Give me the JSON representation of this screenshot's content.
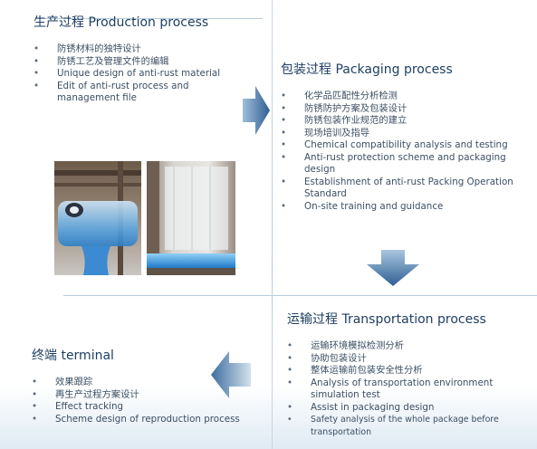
{
  "production": {
    "title": "生产过程 Production process",
    "items": [
      "防锈材料的独特设计",
      "防锈工艺及管理文件的编辑",
      "Unique design of anti-rust material",
      "Edit of anti-rust process and management file"
    ]
  },
  "packaging": {
    "title": "包装过程 Packaging process",
    "items": [
      "化学品匹配性分析检测",
      "防锈防护方案及包装设计",
      "防锈包装作业规范的建立",
      "现场培训及指导",
      "Chemical compatibility analysis and testing",
      "Anti-rust protection scheme and packaging design",
      "Establishment of anti-rust Packing Operation Standard",
      "On-site training and guidance"
    ]
  },
  "transportation": {
    "title": "运输过程  Transportation process",
    "items": [
      "运输环境模拟检测分析",
      "协助包装设计",
      "整体运输前包装安全性分析",
      "Analysis of transportation environment simulation test",
      "Assist in packaging design",
      "Safety analysis of the whole package before transportation"
    ]
  },
  "terminal": {
    "title": "终端 terminal",
    "items": [
      "效果跟踪",
      "再生产过程方案设计",
      "Effect tracking",
      "Scheme design of reproduction process"
    ]
  },
  "colors": {
    "title": "#1f3f63",
    "text": "#3c4f63",
    "arrow": "#3d6d9f",
    "divider": "#b8cddc"
  },
  "icons": [
    "arrow-right-icon",
    "arrow-down-icon",
    "arrow-left-icon"
  ]
}
